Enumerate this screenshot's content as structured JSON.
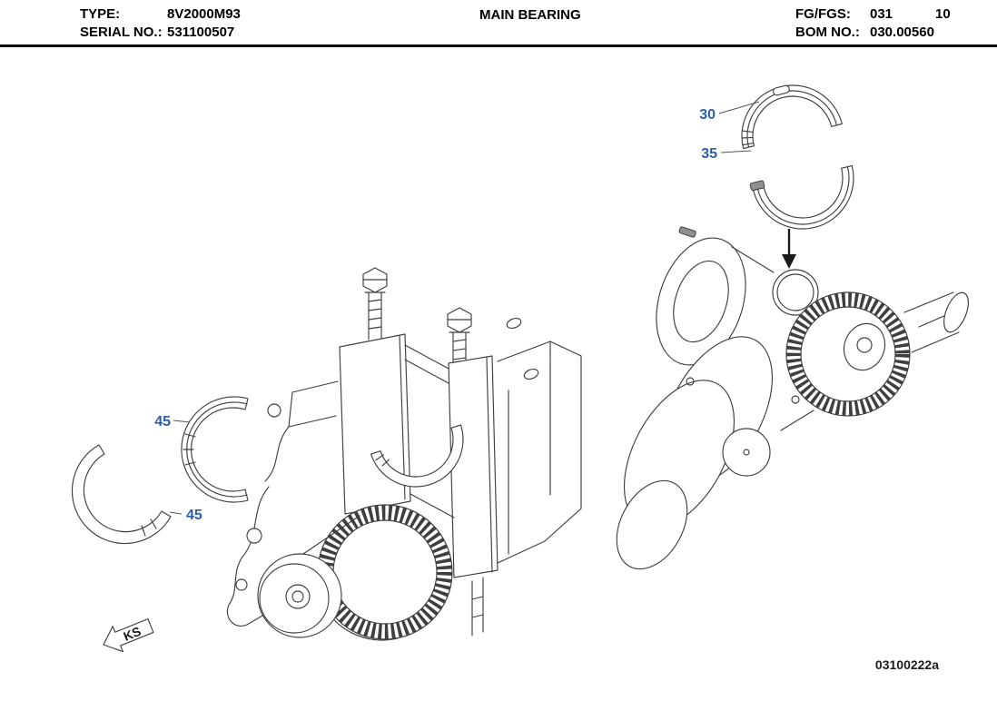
{
  "header": {
    "type_label": "TYPE:",
    "type_value": "8V2000M93",
    "serial_label": "SERIAL NO.:",
    "serial_value": "531100507",
    "title": "MAIN BEARING",
    "fg_label": "FG/FGS:",
    "fg_value": "031",
    "fg_suffix": "10",
    "bom_label": "BOM NO.:",
    "bom_value": "030.00560"
  },
  "callouts": {
    "item30": "30",
    "item35": "35",
    "item45_a": "45",
    "item45_b": "45"
  },
  "marks": {
    "ks": "KS",
    "drawing_number": "03100222a"
  },
  "colors": {
    "callout_blue": "#2b5ea7",
    "line_art": "#3f3f3f",
    "header_text": "#000000",
    "background": "#ffffff"
  }
}
